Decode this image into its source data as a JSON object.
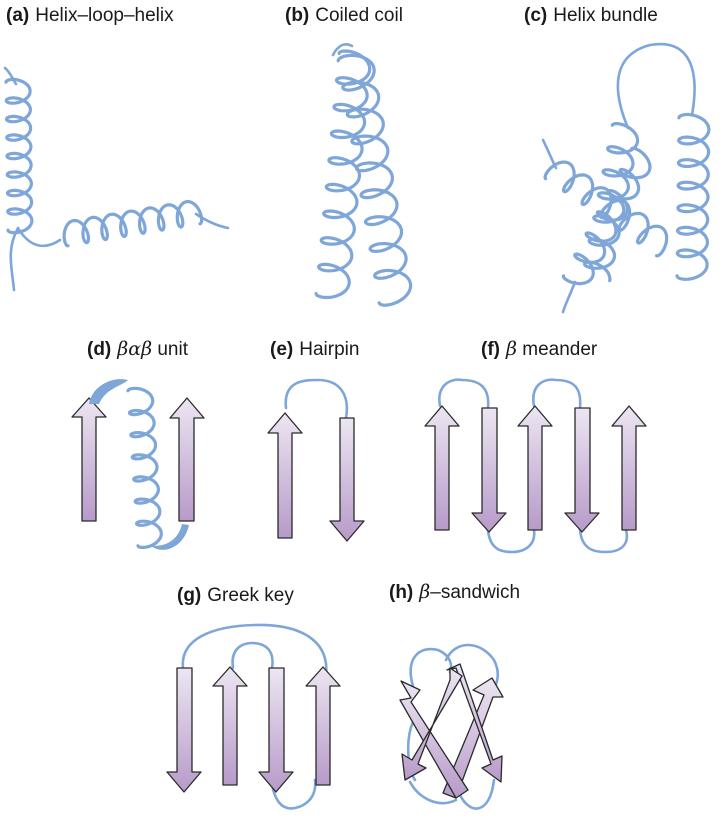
{
  "panels": {
    "a": {
      "letter": "(a)",
      "title": "Helix–loop–helix"
    },
    "b": {
      "letter": "(b)",
      "title": "Coiled coil"
    },
    "c": {
      "letter": "(c)",
      "title": "Helix bundle"
    },
    "d": {
      "letter": "(d)",
      "greek1": "β",
      "greek2": "α",
      "greek3": "β",
      "title": " unit"
    },
    "e": {
      "letter": "(e)",
      "title": "Hairpin"
    },
    "f": {
      "letter": "(f)",
      "greek": "β",
      "title": " meander"
    },
    "g": {
      "letter": "(g)",
      "title": "Greek key"
    },
    "h": {
      "letter": "(h)",
      "greek": "β",
      "title": "–sandwich"
    }
  },
  "colors": {
    "helix": "#7ea6d9",
    "strand_top": "#ece6f2",
    "strand_bottom": "#b79ac9",
    "outline": "#2a2a2a"
  }
}
